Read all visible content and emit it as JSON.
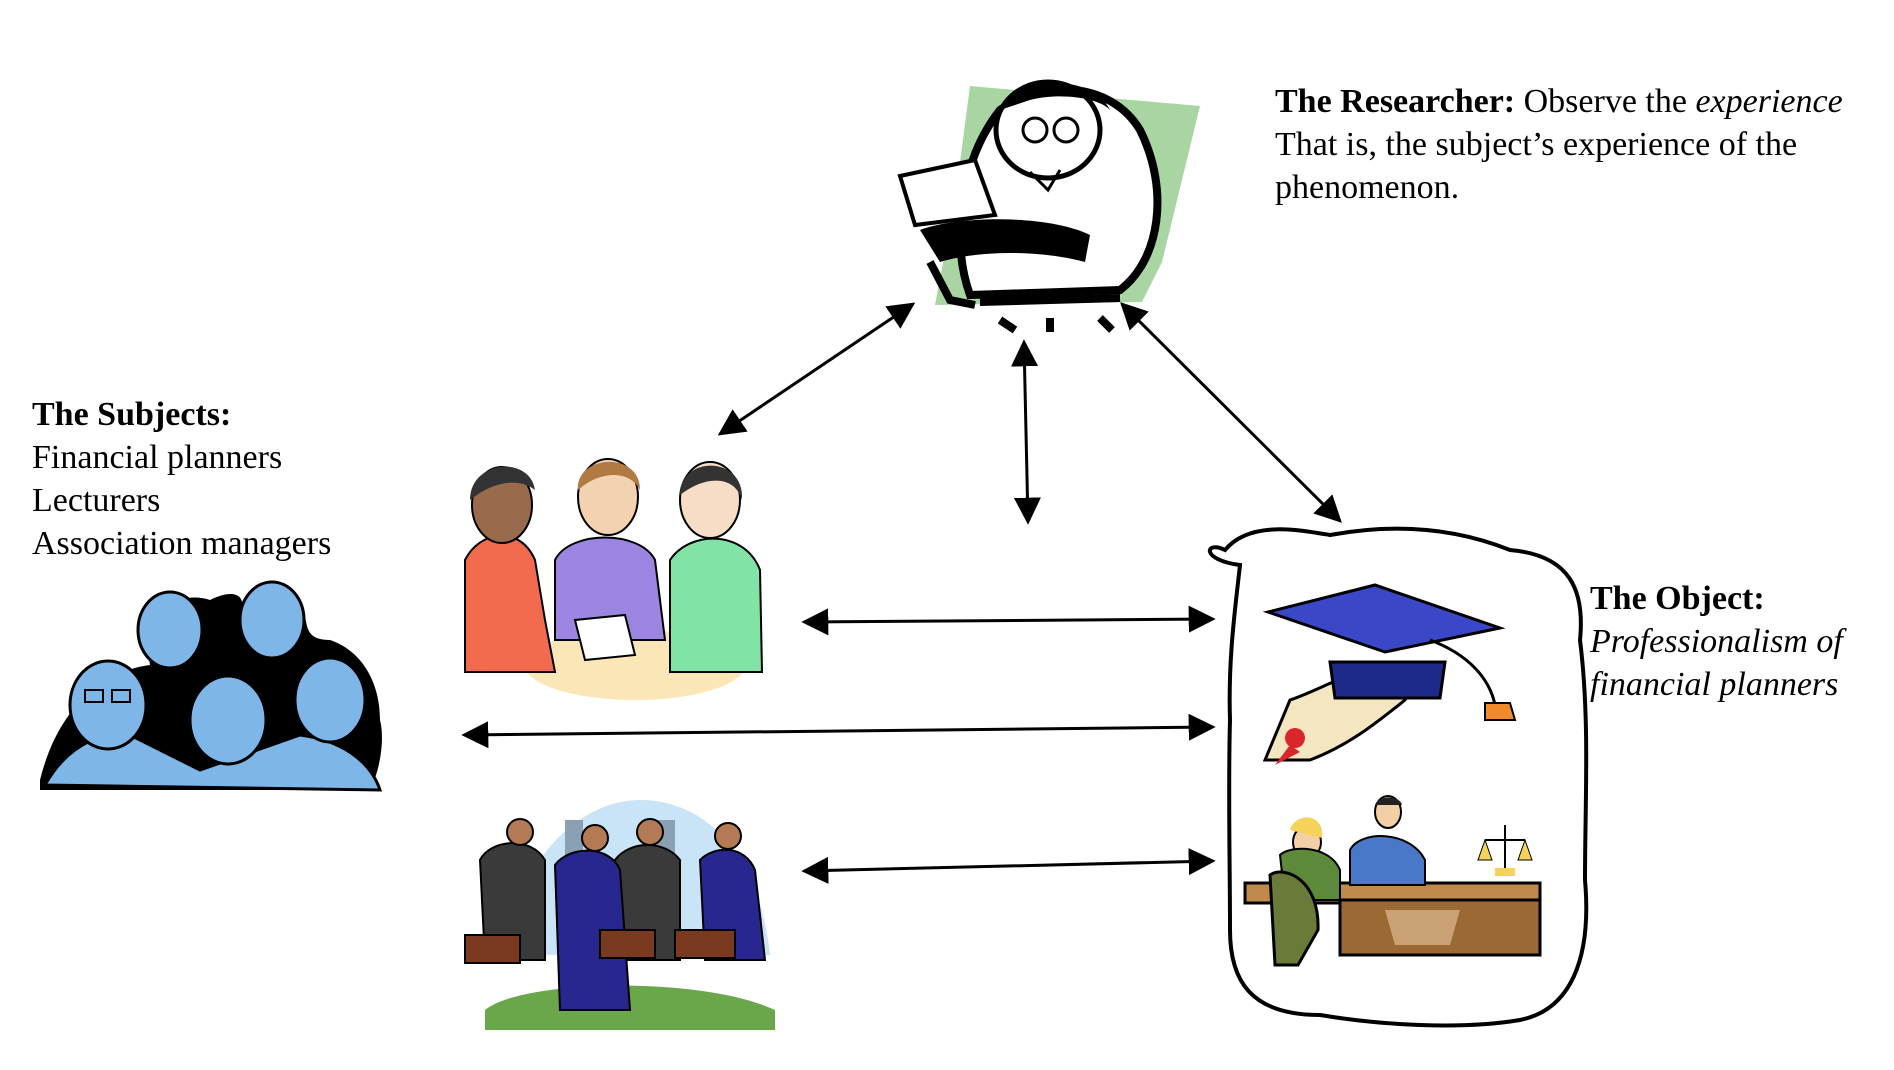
{
  "researcher": {
    "heading": "The Researcher:",
    "line1_rest": "Observe the ",
    "line1_italic": "experience",
    "line2": "That is, the subject’s experience of the",
    "line3": "phenomenon."
  },
  "subjects": {
    "heading": "The Subjects:",
    "items": [
      "Financial planners",
      "Lecturers",
      "Association managers"
    ]
  },
  "object": {
    "heading": "The Object:",
    "line1": "Professionalism of",
    "line2": "financial planners"
  },
  "colors": {
    "arrow": "#000000",
    "researcher_backdrop": "#a8d5a2",
    "subjects_blue": "#7fb6e8",
    "cap_blue": "#3a48c8",
    "scroll_cream": "#f3e6c0",
    "desk_brown": "#9b6a34"
  },
  "icons": {
    "researcher": "psychologist-notepad-icon",
    "subjects": "group-of-people-icon",
    "meeting": "three-women-meeting-icon",
    "professionals": "business-people-walking-icon",
    "graduation": "graduation-cap-diploma-icon",
    "consultation": "financial-advisor-desk-icon"
  }
}
